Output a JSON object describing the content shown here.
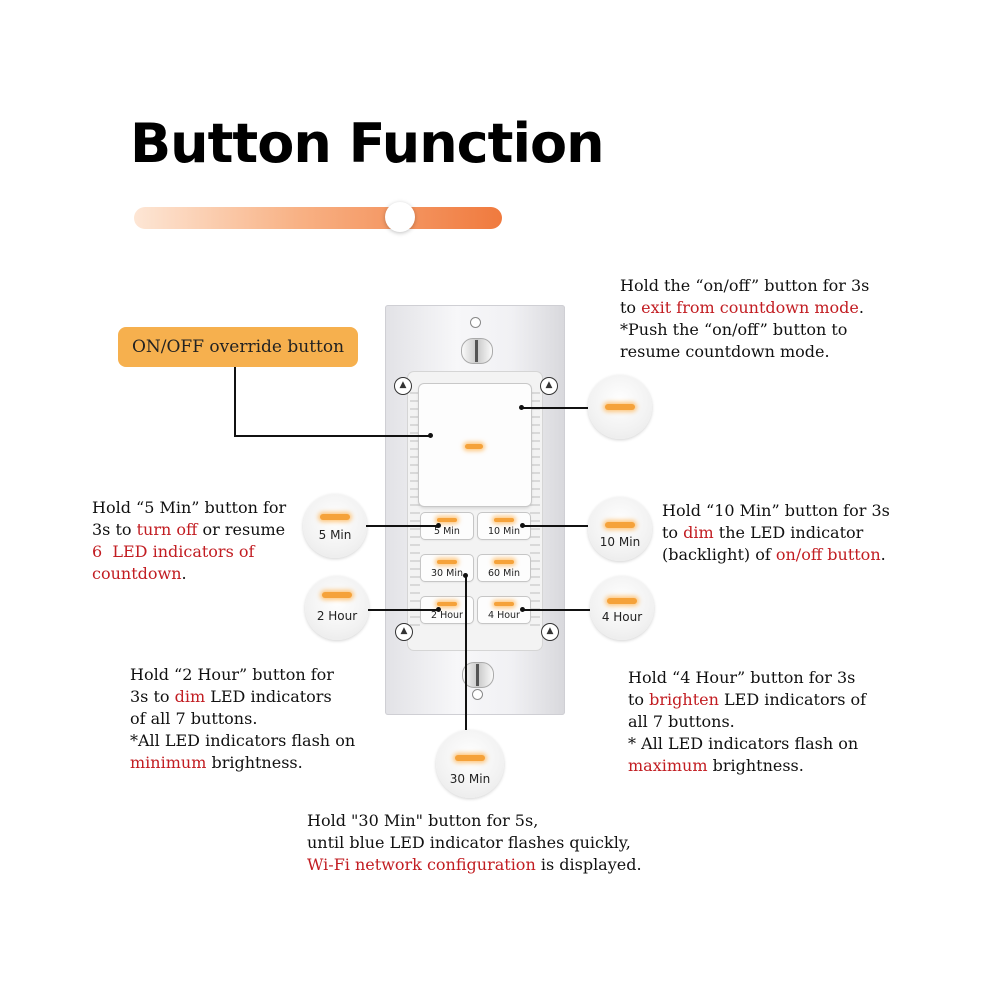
{
  "title": "Button Function",
  "badge_label": "ON/OFF override button",
  "notes": {
    "onoff": [
      [
        {
          "t": "Hold the “on/off” button for 3s",
          "r": false
        }
      ],
      [
        {
          "t": "to ",
          "r": false
        },
        {
          "t": "exit from countdown mode",
          "r": true
        },
        {
          "t": ".",
          "r": false
        }
      ],
      [
        {
          "t": "*Push the “on/off” button to",
          "r": false
        }
      ],
      [
        {
          "t": "resume countdown mode.",
          "r": false
        }
      ]
    ],
    "five_min": [
      [
        {
          "t": "Hold “5 Min” button for",
          "r": false
        }
      ],
      [
        {
          "t": "3s to ",
          "r": false
        },
        {
          "t": "turn off",
          "r": true
        },
        {
          "t": " or resume",
          "r": false
        }
      ],
      [
        {
          "t": "6  LED indicators of",
          "r": true
        }
      ],
      [
        {
          "t": "countdown",
          "r": true
        },
        {
          "t": ".",
          "r": false
        }
      ]
    ],
    "ten_min": [
      [
        {
          "t": "Hold “10 Min” button for 3s",
          "r": false
        }
      ],
      [
        {
          "t": "to ",
          "r": false
        },
        {
          "t": "dim",
          "r": true
        },
        {
          "t": " the LED indicator",
          "r": false
        }
      ],
      [
        {
          "t": "(backlight) of ",
          "r": false
        },
        {
          "t": "on/off button",
          "r": true
        },
        {
          "t": ".",
          "r": false
        }
      ]
    ],
    "two_hour": [
      [
        {
          "t": "Hold “2 Hour” button for",
          "r": false
        }
      ],
      [
        {
          "t": "3s to ",
          "r": false
        },
        {
          "t": "dim",
          "r": true
        },
        {
          "t": " LED indicators",
          "r": false
        }
      ],
      [
        {
          "t": "of all 7 buttons.",
          "r": false
        }
      ],
      [
        {
          "t": "*All LED indicators flash on",
          "r": false
        }
      ],
      [
        {
          "t": "minimum",
          "r": true
        },
        {
          "t": " brightness.",
          "r": false
        }
      ]
    ],
    "four_hour": [
      [
        {
          "t": "Hold “4 Hour” button for 3s",
          "r": false
        }
      ],
      [
        {
          "t": "to ",
          "r": false
        },
        {
          "t": "brighten",
          "r": true
        },
        {
          "t": " LED indicators of",
          "r": false
        }
      ],
      [
        {
          "t": "all 7 buttons.",
          "r": false
        }
      ],
      [
        {
          "t": "* All LED indicators flash on",
          "r": false
        }
      ],
      [
        {
          "t": "maximum",
          "r": true
        },
        {
          "t": " brightness.",
          "r": false
        }
      ]
    ],
    "thirty_min": [
      [
        {
          "t": "Hold \"30 Min\" button for 5s,",
          "r": false
        }
      ],
      [
        {
          "t": "until blue LED indicator flashes quickly,",
          "r": false
        }
      ],
      [
        {
          "t": "Wi-Fi network configuration",
          "r": true
        },
        {
          "t": " is displayed.",
          "r": false
        }
      ]
    ]
  },
  "buttons": {
    "five_min": "5 Min",
    "ten_min": "10 Min",
    "thirty_min": "30 Min",
    "sixty_min": "60 Min",
    "two_hour": "2 Hour",
    "four_hour": "4 Hour"
  },
  "zooms": {
    "five_min": "5 Min",
    "ten_min": "10 Min",
    "two_hour": "2 Hour",
    "four_hour": "4 Hour",
    "thirty_min": "30 Min"
  },
  "colors": {
    "accent_red": "#c21d22",
    "badge": "#f6b04e",
    "led": "#f5a23a"
  },
  "icons": {
    "strap": "triangle-up-icon",
    "slider": "progress-slider"
  }
}
